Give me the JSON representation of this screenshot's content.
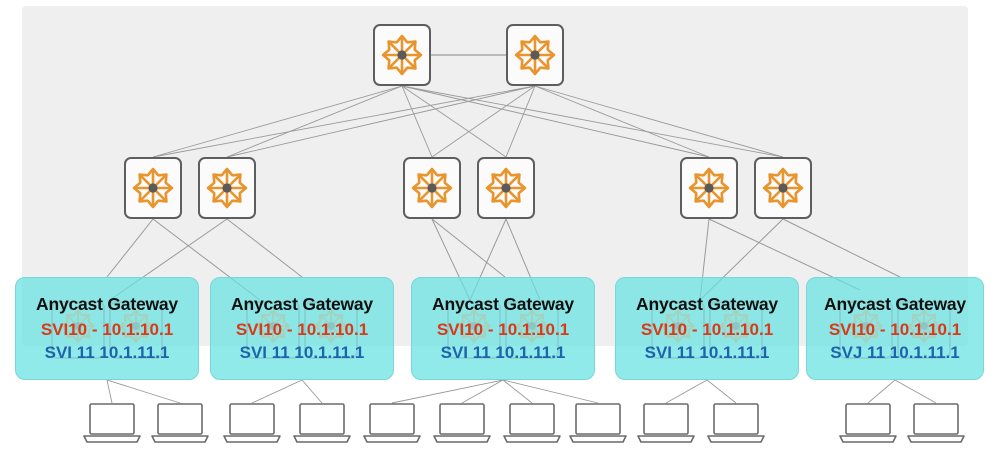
{
  "spines": [
    {
      "id": "spine-1",
      "icon": "switch-icon"
    },
    {
      "id": "spine-2",
      "icon": "switch-icon"
    }
  ],
  "leaves": [
    {
      "id": "leaf-1",
      "icon": "switch-icon"
    },
    {
      "id": "leaf-2",
      "icon": "switch-icon"
    },
    {
      "id": "leaf-3",
      "icon": "switch-icon"
    },
    {
      "id": "leaf-4",
      "icon": "switch-icon"
    },
    {
      "id": "leaf-5",
      "icon": "switch-icon"
    },
    {
      "id": "leaf-6",
      "icon": "switch-icon"
    }
  ],
  "gateways": [
    {
      "title": "Anycast Gateway",
      "svi10": "SVI10 - 10.1.10.1",
      "svi11": "SVI 11 10.1.11.1"
    },
    {
      "title": "Anycast Gateway",
      "svi10": "SVI10 - 10.1.10.1",
      "svi11": "SVI 11 10.1.11.1"
    },
    {
      "title": "Anycast Gateway",
      "svi10": "SVI10 - 10.1.10.1",
      "svi11": "SVI 11 10.1.11.1"
    },
    {
      "title": "Anycast Gateway",
      "svi10": "SVI10 - 10.1.10.1",
      "svi11": "SVI 11 10.1.11.1"
    },
    {
      "title": "Anycast Gateway",
      "svi10": "SVI10 - 10.1.10.1",
      "svi11": "SVJ 11 10.1.11.1"
    }
  ],
  "endpoints": {
    "count": 12,
    "icon": "laptop-icon"
  },
  "colors": {
    "switch_arrow": "#e8952e",
    "switch_center": "#5a5a5a",
    "gateway_fill": "#66e2e2",
    "svi10_text": "#d83a1a",
    "svi11_text": "#1e64ac",
    "link": "#9a9a9a"
  }
}
